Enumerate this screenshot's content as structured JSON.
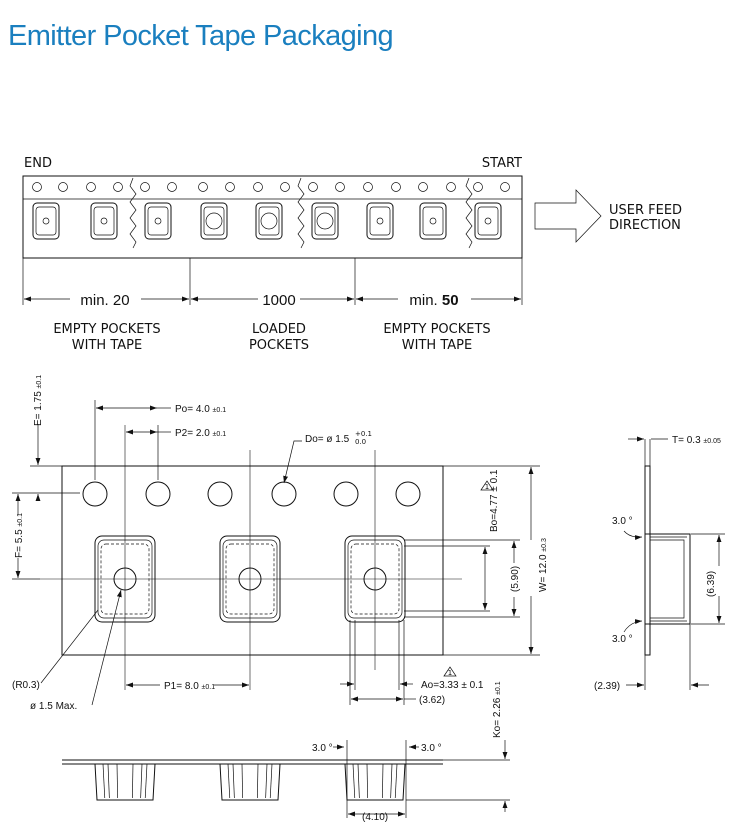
{
  "colors": {
    "title": "#1a7fbf",
    "line": "#111111"
  },
  "title": "Emitter Pocket Tape Packaging",
  "tape_overview": {
    "end_label": "END",
    "start_label": "START",
    "feed_direction": [
      "USER FEED",
      "DIRECTION"
    ],
    "sections": [
      {
        "count_prefix": "min.",
        "count_value": "20",
        "label": [
          "EMPTY POCKETS",
          "WITH TAPE"
        ]
      },
      {
        "count_prefix": "",
        "count_value": "1000",
        "label": [
          "LOADED",
          "POCKETS"
        ]
      },
      {
        "count_prefix": "min.",
        "count_value": "50",
        "label": [
          "EMPTY POCKETS",
          "WITH TAPE"
        ]
      }
    ]
  },
  "dimensions": {
    "po": "Po= 4.0",
    "po_tol": "±0.1",
    "p2": "P2= 2.0",
    "p2_tol": "±0.1",
    "do": "Do= ø 1.5",
    "do_tol_up": "+0.1",
    "do_tol_down": "0.0",
    "e": "E= 1.75",
    "e_tol": "±0.1",
    "f": "F= 5.5",
    "f_tol": "±0.1",
    "bo": "Bo=4.77 ± 0.1",
    "w": "W= 12.0",
    "w_tol": "±0.3",
    "bo_ref": "(5.90)",
    "r": "(R0.3)",
    "hole": "ø 1.5 Max.",
    "p1": "P1= 8.0",
    "p1_tol": "±0.1",
    "ao": "Ao=3.33 ± 0.1",
    "ao_ref": "(3.62)",
    "ko": "Ko= 2.26",
    "ko_tol": "±0.1",
    "t": "T= 0.3",
    "t_tol": "±0.05",
    "angle_top": "3.0 °",
    "angle_bottom": "3.0 °",
    "side_height": "(6.39)",
    "side_width": "(2.39)",
    "angle_left": "3.0 °",
    "angle_right": "3.0 °",
    "bottom_width": "(4.10)"
  },
  "warning_mark": "1"
}
